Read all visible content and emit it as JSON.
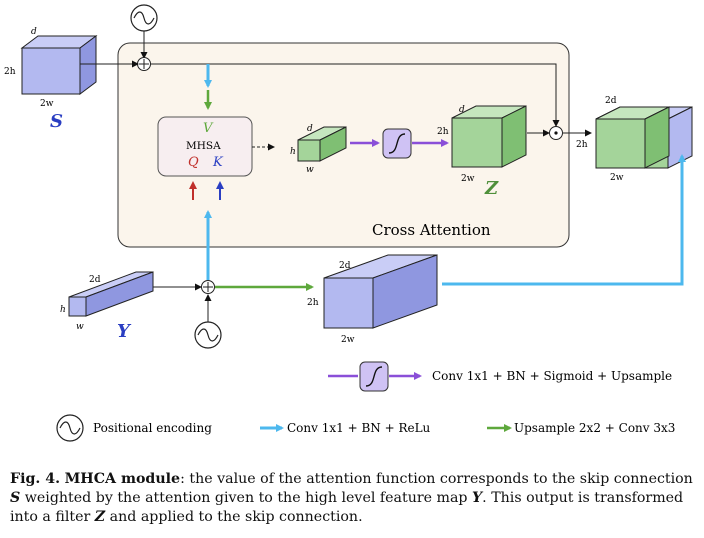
{
  "labels": {
    "S": "S",
    "Y": "Y",
    "Z": "Z",
    "d": "d",
    "h": "h",
    "w": "w",
    "twoD": "2d",
    "twoH": "2h",
    "twoW": "2w",
    "V": "V",
    "Q": "Q",
    "K": "K",
    "mhsa": "MHSA",
    "cross_attention": "Cross Attention"
  },
  "legend": {
    "positional": "Positional encoding",
    "conv_relu": "Conv 1x1 + BN + ReLu",
    "upsample": "Upsample 2x2 + Conv 3x3",
    "sigmoid": "Conv 1x1 + BN + Sigmoid + Upsample"
  },
  "caption": {
    "fig": "Fig. 4.",
    "title": "MHCA module",
    "t1": ": the value of the attention function corresponds to the skip connection ",
    "S": "S",
    "t2": " weighted by the attention given to the high level feature map ",
    "Y": "Y",
    "t3": ". This output is transformed into a filter ",
    "Z": "Z",
    "t4": " and applied to the skip connection."
  },
  "colors": {
    "blue_block": "#b3b9f0",
    "green_block": "#a4d49a",
    "purple_block": "#cfc2f4",
    "cyan_arrow": "#4db8ee",
    "green_arrow": "#5ea83c",
    "purple_arrow": "#8a4fd8",
    "red_arrow": "#c0302b",
    "blue_arrow": "#2a3ec2",
    "panel_fill": "#fbf5ec"
  }
}
